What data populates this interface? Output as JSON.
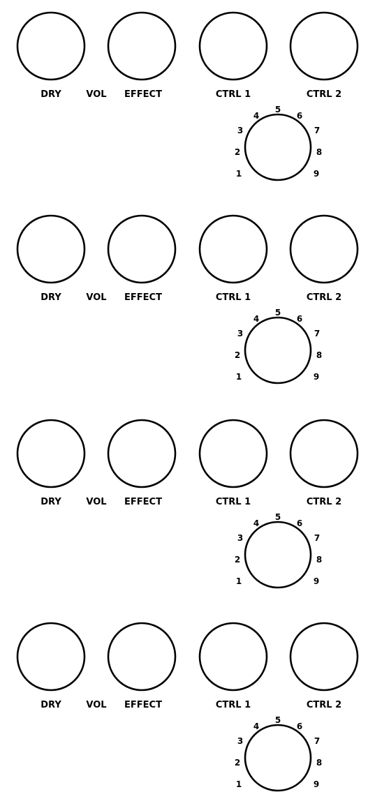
{
  "sections": [
    {
      "labels": {
        "dry": "DRY",
        "vol": "VOL",
        "effect": "EFFECT",
        "ctrl1": "CTRL 1",
        "ctrl2": "CTRL 2"
      },
      "selector": [
        "1",
        "2",
        "3",
        "4",
        "5",
        "6",
        "7",
        "8",
        "9"
      ]
    },
    {
      "labels": {
        "dry": "DRY",
        "vol": "VOL",
        "effect": "EFFECT",
        "ctrl1": "CTRL 1",
        "ctrl2": "CTRL 2"
      },
      "selector": [
        "1",
        "2",
        "3",
        "4",
        "5",
        "6",
        "7",
        "8",
        "9"
      ]
    },
    {
      "labels": {
        "dry": "DRY",
        "vol": "VOL",
        "effect": "EFFECT",
        "ctrl1": "CTRL 1",
        "ctrl2": "CTRL 2"
      },
      "selector": [
        "1",
        "2",
        "3",
        "4",
        "5",
        "6",
        "7",
        "8",
        "9"
      ]
    },
    {
      "labels": {
        "dry": "DRY",
        "vol": "VOL",
        "effect": "EFFECT",
        "ctrl1": "CTRL 1",
        "ctrl2": "CTRL 2"
      },
      "selector": [
        "1",
        "2",
        "3",
        "4",
        "5",
        "6",
        "7",
        "8",
        "9"
      ]
    }
  ]
}
